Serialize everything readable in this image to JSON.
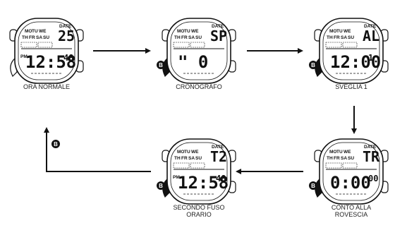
{
  "labels": {
    "days_top": [
      "MO",
      "TU",
      "WE"
    ],
    "date_label": "DATE",
    "days_bottom": [
      "TH",
      "FR",
      "SA",
      "SU"
    ],
    "pm": "PM",
    "b_button": "B"
  },
  "watches": [
    {
      "key": "ora_normale",
      "caption": [
        "ORA NORMALE"
      ],
      "top_value": "25",
      "pm": true,
      "main": "12:58",
      "sec": "48"
    },
    {
      "key": "cronografo",
      "caption": [
        "CRONOGRAFO"
      ],
      "top_value": "SP",
      "pm": false,
      "main": "\" 0",
      "sec": ""
    },
    {
      "key": "sveglia_1",
      "caption": [
        "SVEGLIA 1"
      ],
      "top_value": "AL",
      "pm": false,
      "main": "12:00",
      "sec": "1"
    },
    {
      "key": "conto_alla_rovescia",
      "caption": [
        "CONTO ALLA",
        "ROVESCIA"
      ],
      "top_value": "TR",
      "pm": false,
      "main": "0:00",
      "sec": "00"
    },
    {
      "key": "secondo_fuso_orario",
      "caption": [
        "SECONDO FUSO",
        "ORARIO"
      ],
      "top_value": "T2",
      "pm": true,
      "main": "12:58",
      "sec": "48"
    }
  ]
}
